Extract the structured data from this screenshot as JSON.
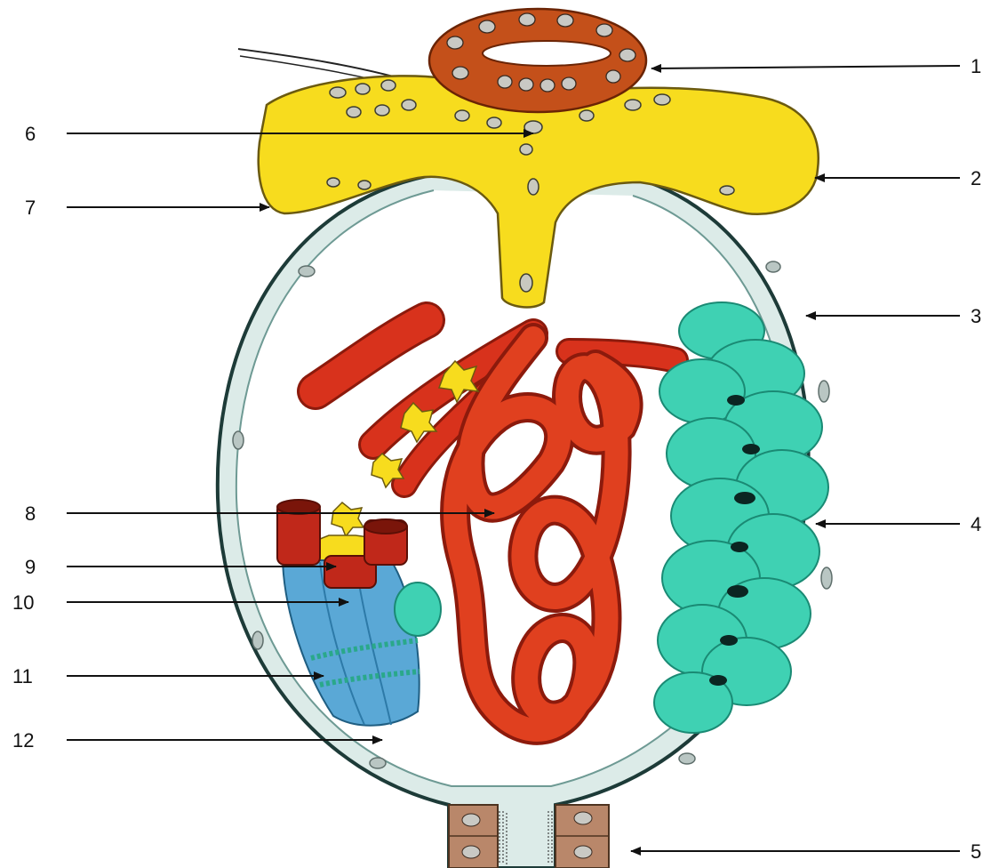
{
  "diagram": {
    "callouts": [
      {
        "id": "c1",
        "label": "1"
      },
      {
        "id": "c2",
        "label": "2"
      },
      {
        "id": "c3",
        "label": "3"
      },
      {
        "id": "c4",
        "label": "4"
      },
      {
        "id": "c5",
        "label": "5"
      },
      {
        "id": "c6",
        "label": "6"
      },
      {
        "id": "c7",
        "label": "7"
      },
      {
        "id": "c8",
        "label": "8"
      },
      {
        "id": "c9",
        "label": "9"
      },
      {
        "id": "c10",
        "label": "10"
      },
      {
        "id": "c11",
        "label": "11"
      },
      {
        "id": "c12",
        "label": "12"
      }
    ],
    "colors": {
      "capsule_fill": "#d9e9e6",
      "capsule_stroke": "#1d3b38",
      "cap_yellow": "#f7dc1e",
      "vessel_red": "#d8321c",
      "vessel_dark": "#8c1a0c",
      "organ_teal": "#3fd1b3",
      "muscle_blue": "#5aa8d6",
      "orange_ring": "#c4501a",
      "duct_brown": "#b9876a"
    }
  }
}
